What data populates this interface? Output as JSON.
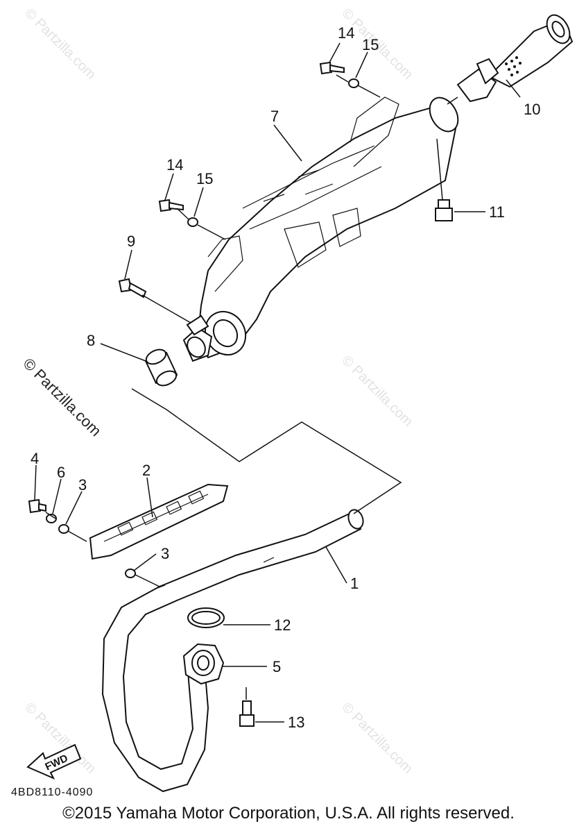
{
  "watermarks": {
    "small": "© Partzilla.com",
    "big": "© Partzilla.com"
  },
  "callouts": {
    "c1": "1",
    "c2": "2",
    "c3a": "3",
    "c3b": "3",
    "c4": "4",
    "c5": "5",
    "c6": "6",
    "c7": "7",
    "c8": "8",
    "c9": "9",
    "c10": "10",
    "c11": "11",
    "c12": "12",
    "c13": "13",
    "c14a": "14",
    "c14b": "14",
    "c15a": "15",
    "c15b": "15"
  },
  "fwd_label": "FWD",
  "diagram_code": "4BD8110-4090",
  "copyright": "©2015 Yamaha Motor Corporation, U.S.A. All rights reserved."
}
